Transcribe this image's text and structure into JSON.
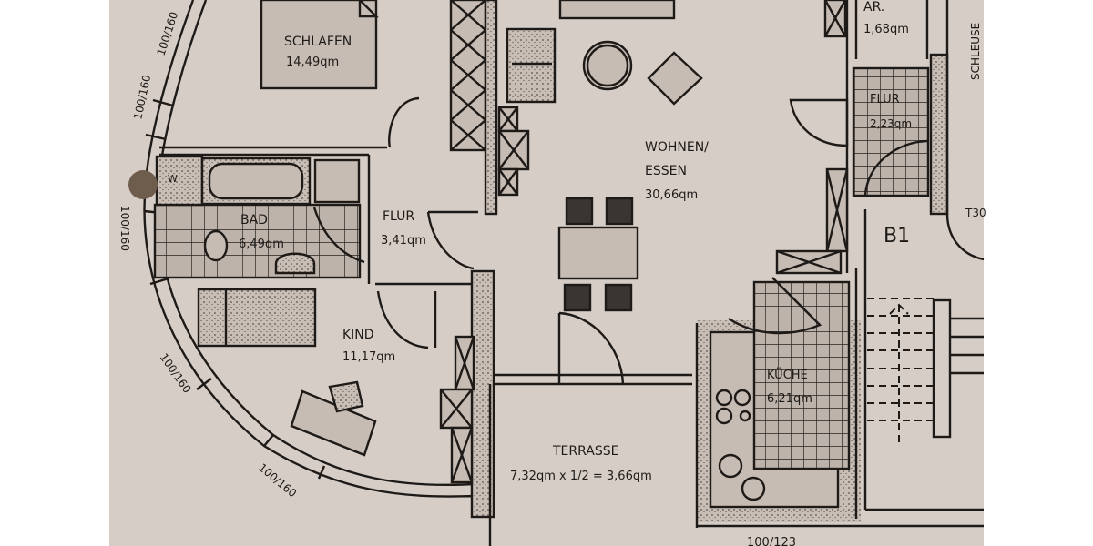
{
  "plan": {
    "colors": {
      "paper": "#d6cdc6",
      "ink": "#1e1a18",
      "fill_dark": "#3a3533",
      "hole": "#6e5d4c"
    },
    "rooms": [
      {
        "name": "SCHLAFEN",
        "area": "14,49qm"
      },
      {
        "name": "BAD",
        "area": "6,49qm"
      },
      {
        "name": "FLUR",
        "area": "3,41qm"
      },
      {
        "name": "KIND",
        "area": "11,17qm"
      },
      {
        "name": "WOHNEN/",
        "name2": "ESSEN",
        "area": "30,66qm"
      },
      {
        "name": "AR.",
        "area": "1,68qm"
      },
      {
        "name": "FLUR",
        "area": "2,23qm"
      },
      {
        "name": "KÜCHE",
        "area": "6,21qm"
      },
      {
        "name": "TERRASSE",
        "area": "7,32qm x 1/2 = 3,66qm"
      }
    ],
    "staircase_label": "B1",
    "window_labels": [
      "100/160",
      "100/160",
      "100/160",
      "100/160",
      "100/160",
      "100/123"
    ],
    "side_labels": {
      "schleuse": "SCHLEUSE",
      "door_rating": "T30"
    },
    "fixture_labels": {
      "washer": "W"
    }
  }
}
